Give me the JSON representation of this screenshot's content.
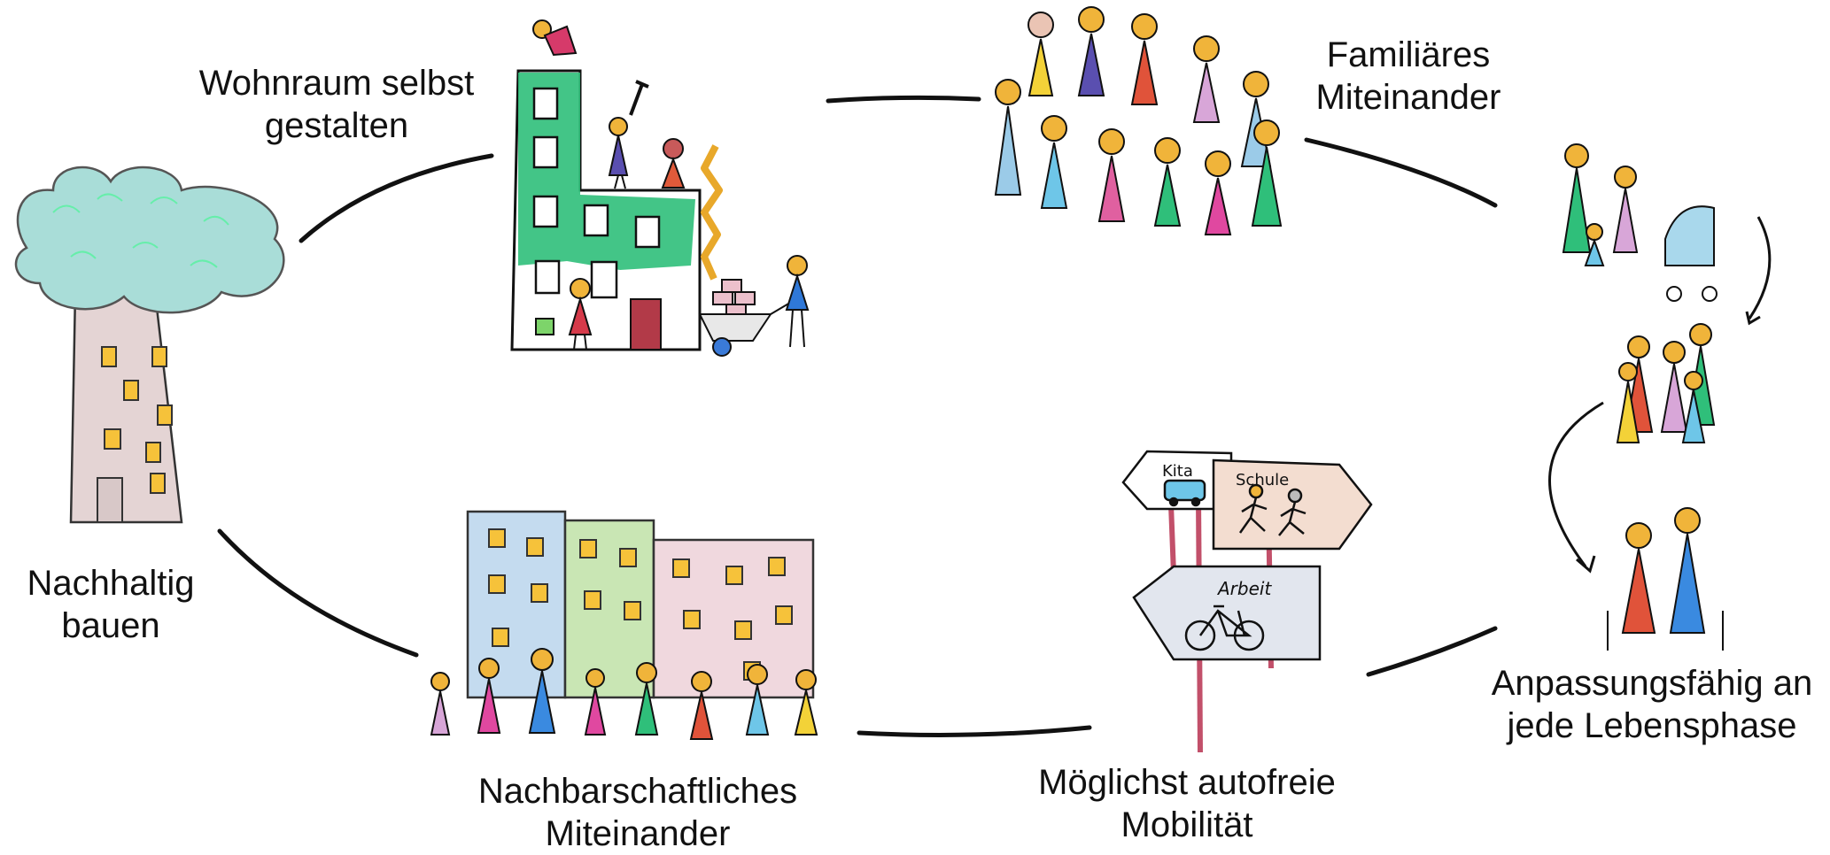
{
  "labels": {
    "nachhaltig": {
      "line1": "Nachhaltig",
      "line2": "bauen"
    },
    "wohnraum": {
      "line1": "Wohnraum selbst",
      "line2": "gestalten"
    },
    "familiaeres": {
      "line1": "Familiäres",
      "line2": "Miteinander"
    },
    "anpassung": {
      "line1": "Anpassungsfähig an",
      "line2": "jede Lebensphase"
    },
    "mobilitaet": {
      "line1": "Möglichst autofreie",
      "line2": "Mobilität"
    },
    "nachbar": {
      "line1": "Nachbarschaftliches",
      "line2": "Miteinander"
    }
  },
  "signs": {
    "kita": "Kita",
    "schule": "Schule",
    "arbeit": "Arbeit"
  },
  "colors": {
    "tree_crown": "#a9ddd8",
    "building_green": "#2fbf7a",
    "building_blue": "#b8d4ea",
    "building_lightgreen": "#bfe3a8",
    "building_pink": "#ecd0d8",
    "window_yellow": "#f6c23a",
    "head_yellow": "#f0b43a",
    "line": "#111111"
  },
  "icons": [
    "tree-house-icon",
    "building-construction-icon",
    "family-circle-icon",
    "life-phases-icon",
    "signpost-icon",
    "neighbourhood-icon",
    "bicycle-icon",
    "bus-icon",
    "stroller-icon"
  ]
}
